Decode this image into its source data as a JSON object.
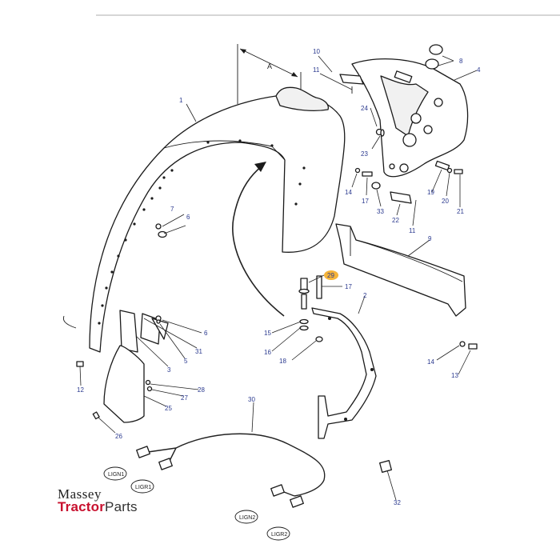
{
  "diagram": {
    "dimension_label": "A",
    "callouts": [
      "1",
      "2",
      "3",
      "4",
      "5",
      "6",
      "6",
      "7",
      "8",
      "9",
      "10",
      "11",
      "11",
      "12",
      "13",
      "14",
      "14",
      "15",
      "16",
      "17",
      "17",
      "18",
      "19",
      "20",
      "21",
      "22",
      "23",
      "24",
      "25",
      "26",
      "27",
      "28",
      "29",
      "30",
      "31",
      "32",
      "33"
    ],
    "highlighted_callout": "29",
    "connector_labels": [
      "LIGN1",
      "LIGR1",
      "LIGN2",
      "LIGR2"
    ]
  },
  "logo": {
    "line1": "Massey",
    "line2_main": "Tractor",
    "line2_tail": "Parts",
    "colors": {
      "primary": "#c8102e",
      "secondary": "#333333"
    }
  },
  "colors": {
    "callout_text": "#2b3a8f",
    "highlight_fill": "#f5b43a"
  }
}
